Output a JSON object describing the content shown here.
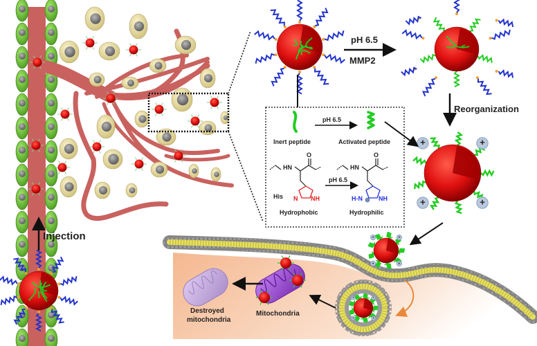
{
  "figure": {
    "title": "pH/MMP2-responsive nanoparticle targeting mitochondria",
    "colors": {
      "vessel": "#c9625f",
      "endothelial": "#6cc43a",
      "tumor_cell": "#e6dba0",
      "nucleus": "#7a7a7a",
      "nanoparticle": "#e01010",
      "peg_chain": "#2233cc",
      "peptide": "#22cc22",
      "linker": "#f0a030",
      "charge": "#b9c8dc",
      "mitochondria": "#9b4fd0",
      "destroyed_mitochondria": "#c7a8e0",
      "cytoplasm": "#f7c9a8",
      "membrane_head": "#9a9a9a",
      "membrane_tail": "#e8e060",
      "his_hydrophobic": "#e02020",
      "his_hydrophilic": "#2030e0"
    }
  },
  "labels": {
    "injection": "Injection",
    "step1_top": "pH 6.5",
    "step1_bottom": "MMP2",
    "reorganization": "Reorganization",
    "inset_arrow1": "pH 6.5",
    "inset_arrow2": "pH 6.5",
    "inert_peptide": "Inert peptide",
    "activated_peptide": "Activated peptide",
    "hydrophobic": "Hydrophobic",
    "hydrophilic": "Hydrophilic",
    "his": "His",
    "hn_left": "HN",
    "o_left": "O",
    "hn_right": "HN",
    "o_right": "O",
    "n_left": "N",
    "nh_left": "NH",
    "h_n_right": "H-N",
    "nh_right": "NH",
    "mitochondria": "Mitochondria",
    "destroyed_1": "Destroyed",
    "destroyed_2": "mitochondria",
    "plus": "+"
  }
}
